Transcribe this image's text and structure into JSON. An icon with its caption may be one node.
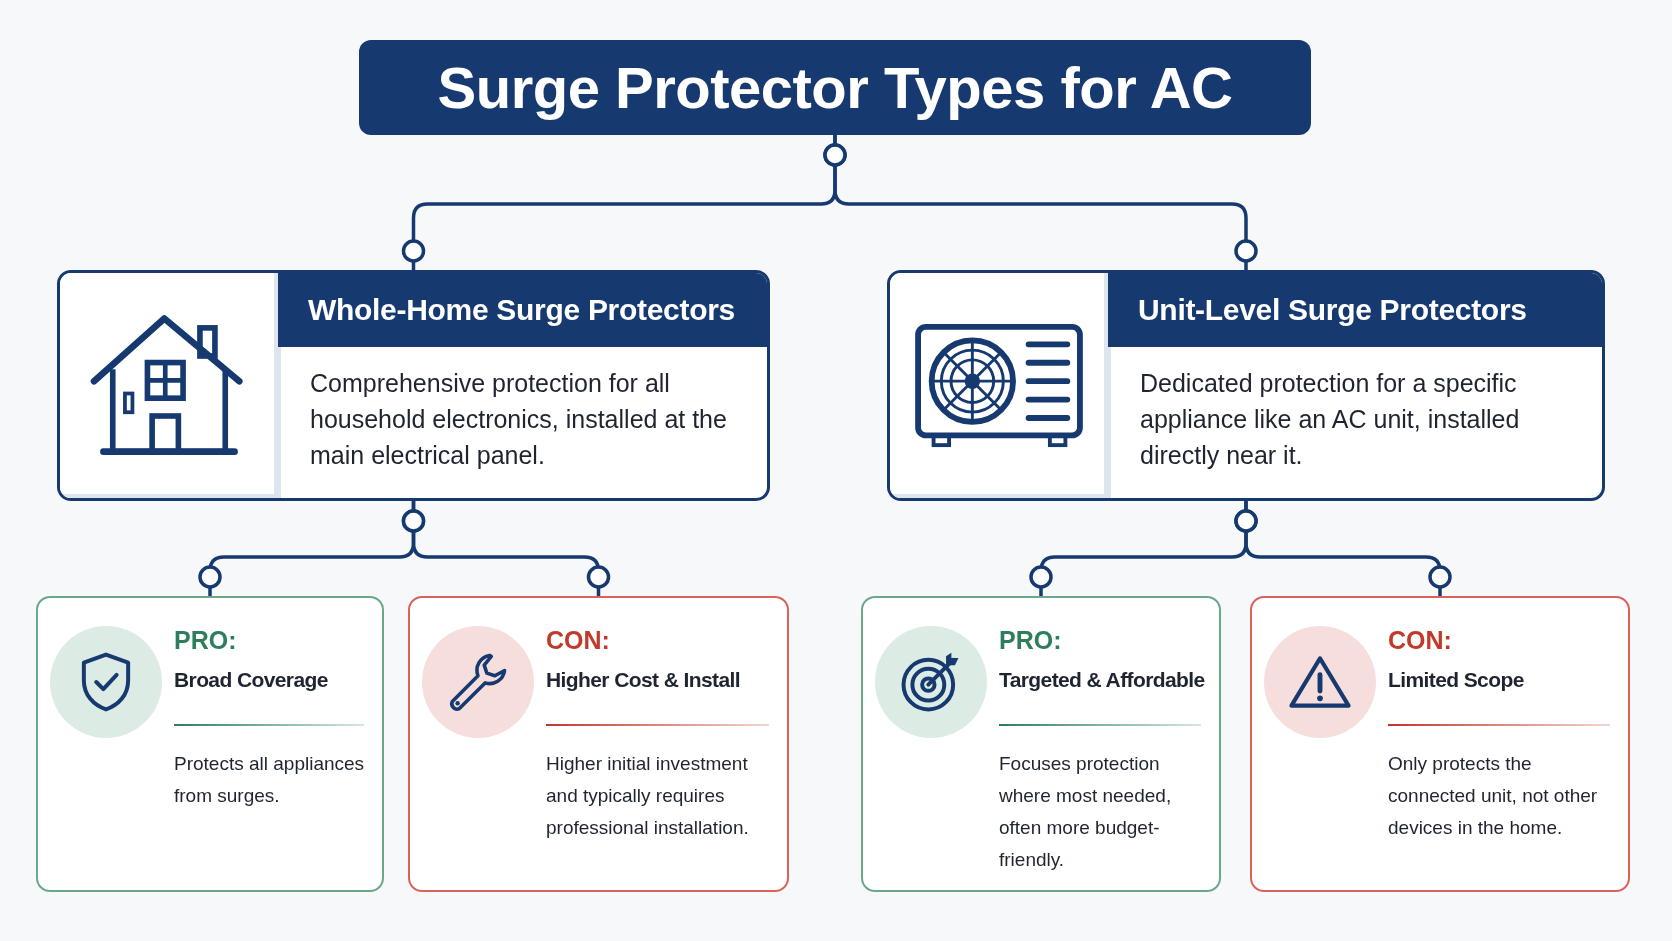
{
  "diagram": {
    "nodes": [
      {
        "text": [
          "Surge Protector Types for AC"
        ]
      },
      {
        "text": [
          "Whole-Home Surge Protectors",
          "Comprehensive protection for all household electronics, installed at the main electrical panel."
        ]
      },
      {
        "text": [
          "Unit-Level Surge Protectors",
          "Dedicated protection for a specific appliance like an AC unit, installed directly near it."
        ]
      },
      {
        "text": [
          "PRO:",
          "Broad Coverage",
          "Protects all appliances from surges."
        ]
      },
      {
        "text": [
          "CON:",
          "Higher Cost & Install",
          "Higher initial investment and typically requires professional installation."
        ]
      },
      {
        "text": [
          "PRO:",
          "Targeted & Affordable",
          "Focuses protection where most needed, often more budget-friendly."
        ]
      },
      {
        "text": [
          "CON:",
          "Limited Scope",
          "Only protects the connected unit, not other devices in the home."
        ]
      }
    ],
    "edges": [
      {
        "from": 0,
        "to": 1,
        "arrow": "other"
      },
      {
        "from": 0,
        "to": 2,
        "arrow": "other"
      },
      {
        "from": 1,
        "to": 3,
        "arrow": "other"
      },
      {
        "from": 1,
        "to": 4,
        "arrow": "other"
      },
      {
        "from": 2,
        "to": 5,
        "arrow": "other"
      },
      {
        "from": 2,
        "to": 6,
        "arrow": "other"
      }
    ]
  }
}
